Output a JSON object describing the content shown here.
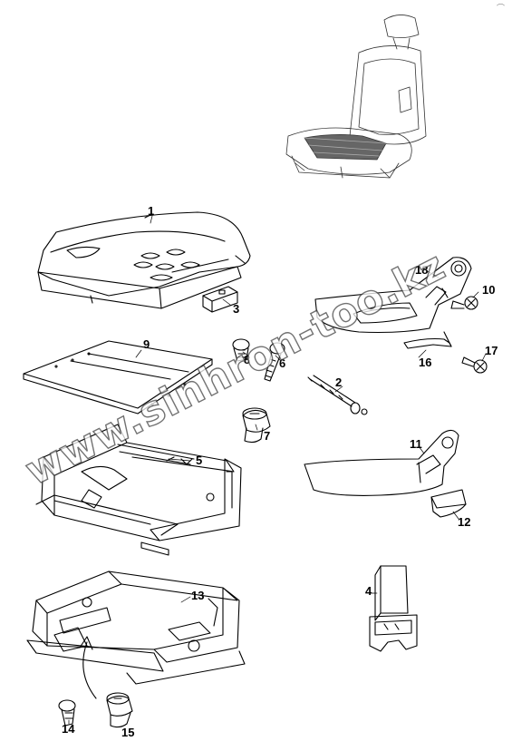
{
  "callouts": {
    "p1": "1",
    "p2": "2",
    "p3": "3",
    "p4": "4",
    "p5": "5",
    "p6": "6",
    "p7": "7",
    "p8": "8",
    "p9": "9",
    "p10": "10",
    "p11": "11",
    "p12": "12",
    "p13": "13",
    "p14": "14",
    "p15": "15",
    "p16": "16",
    "p17": "17",
    "p18": "18"
  },
  "watermark": "www.sinhron-too.kz",
  "corner_mark": "⌒"
}
